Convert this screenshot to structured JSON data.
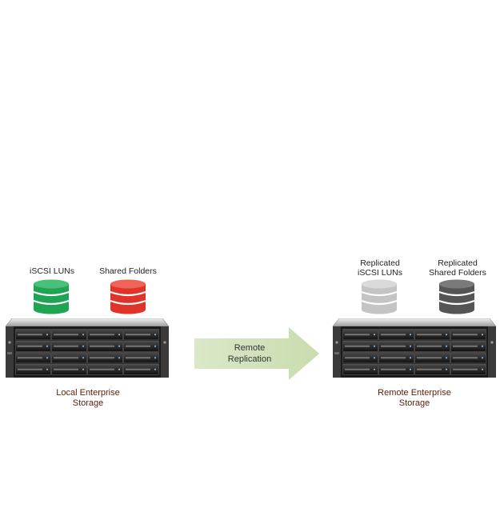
{
  "local": {
    "db1_label": "iSCSI LUNs",
    "db2_label": "Shared Folders",
    "storage_line1": "Local Enterprise",
    "storage_line2": "Storage",
    "db1_color": "#1fa456",
    "db2_color": "#e0332a"
  },
  "remote": {
    "db1_line1": "Replicated",
    "db1_line2": "iSCSI LUNs",
    "db2_line1": "Replicated",
    "db2_line2": "Shared Folders",
    "storage_line1": "Remote Enterprise",
    "storage_line2": "Storage",
    "db1_color": "#c4c4c4",
    "db2_color": "#555555"
  },
  "arrow": {
    "line1": "Remote",
    "line2": "Replication",
    "color": "#d3e3bc"
  },
  "icons": {
    "database": "database-icon",
    "server": "server-icon",
    "arrow": "arrow-right-icon"
  }
}
